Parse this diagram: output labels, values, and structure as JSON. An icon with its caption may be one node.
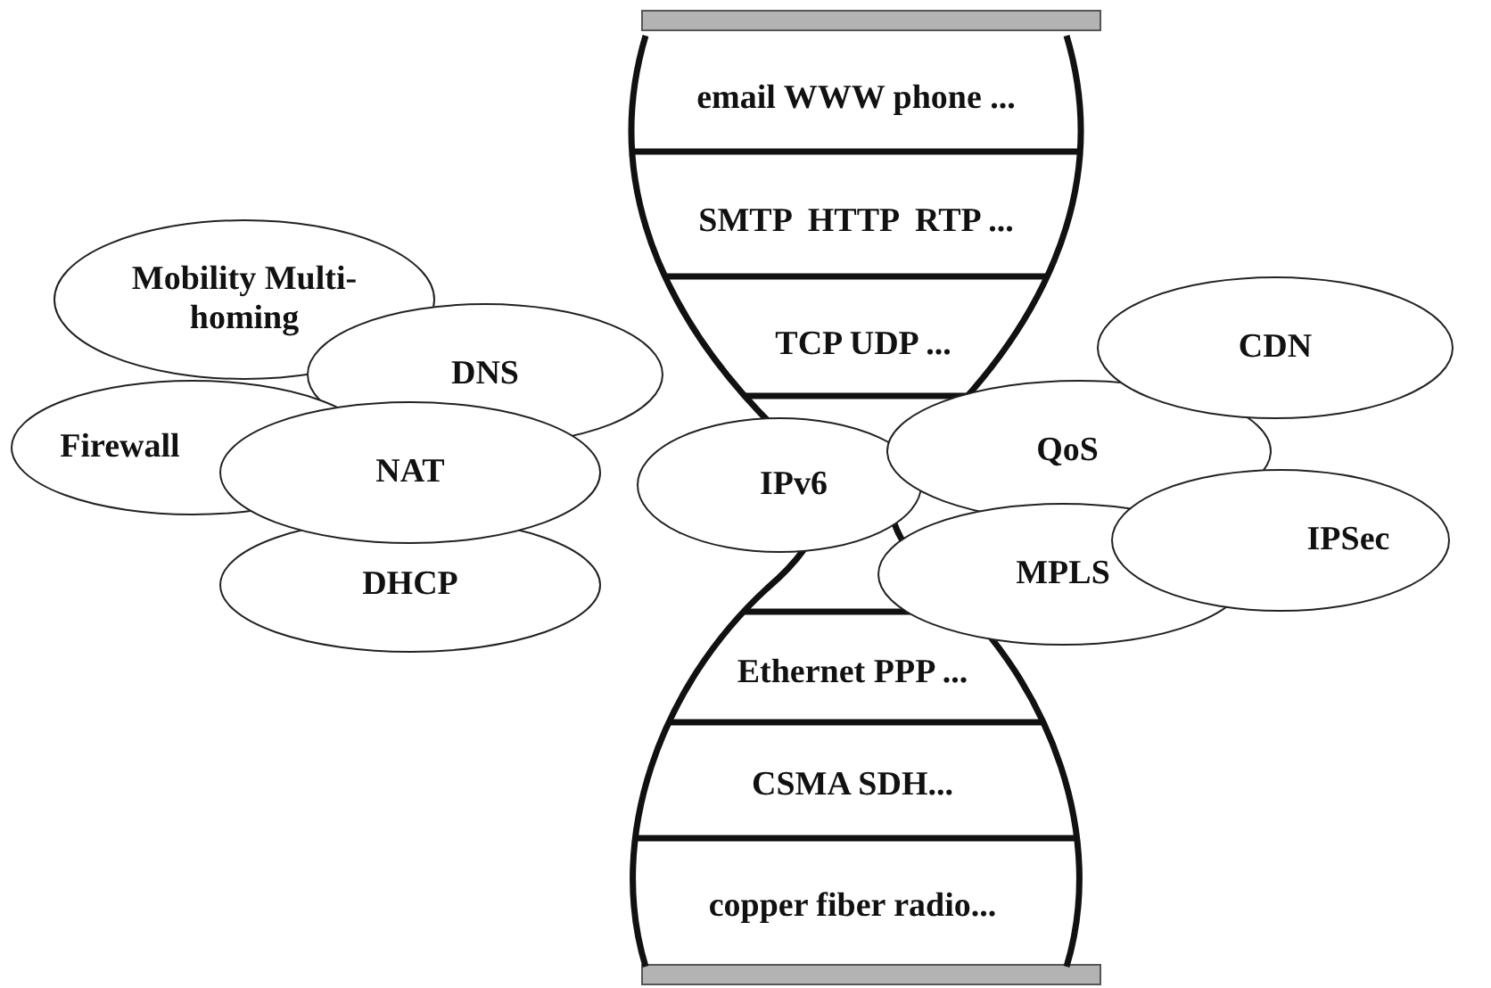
{
  "diagram": {
    "nodes": [
      {
        "text": [
          "email WWW phone ..."
        ]
      },
      {
        "text": [
          "SMTP  HTTP  RTP ..."
        ]
      },
      {
        "text": [
          "TCP UDP ..."
        ]
      },
      {
        "text": [
          "Ethernet PPP ..."
        ]
      },
      {
        "text": [
          "CSMA SDH..."
        ]
      },
      {
        "text": [
          "copper fiber radio..."
        ]
      },
      {
        "text": [
          "Mobility Multi-homing"
        ]
      },
      {
        "text": [
          "DNS"
        ]
      },
      {
        "text": [
          "Firewall"
        ]
      },
      {
        "text": [
          "NAT"
        ]
      },
      {
        "text": [
          "DHCP"
        ]
      },
      {
        "text": [
          "IPv6"
        ]
      },
      {
        "text": [
          "CDN"
        ]
      },
      {
        "text": [
          "QoS"
        ]
      },
      {
        "text": [
          "MPLS"
        ]
      },
      {
        "text": [
          "IPSec"
        ]
      }
    ]
  }
}
